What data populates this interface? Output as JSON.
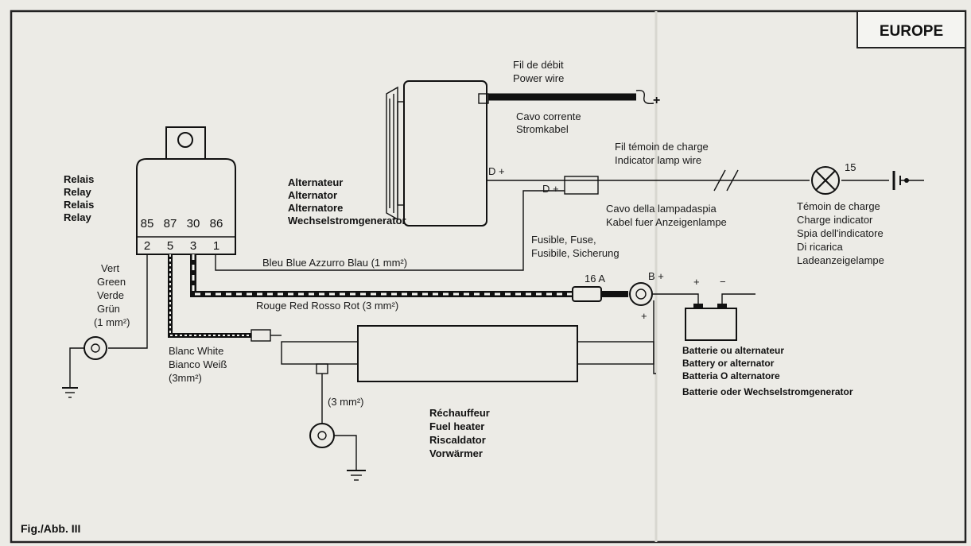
{
  "region_badge": "EUROPE",
  "figure_label": "Fig./Abb. III",
  "relay": {
    "labels": [
      "Relais",
      "Relay",
      "Relais",
      "Relay"
    ],
    "pins_top": [
      "85",
      "87",
      "30",
      "86"
    ],
    "pins_bottom": [
      "2",
      "5",
      "3",
      "1"
    ]
  },
  "alternator": {
    "labels": [
      "Alternateur",
      "Alternator",
      "Alternatore",
      "Wechselstromgenerator"
    ],
    "terminal": "D +"
  },
  "power_wire": {
    "labels": [
      "Fil de débit",
      "Power wire",
      "Cavo corrente",
      "Stromkabel"
    ],
    "plus": "+"
  },
  "indicator_wire": {
    "labels": [
      "Fil témoin de charge",
      "Indicator lamp wire"
    ],
    "labels_it_de": [
      "Cavo della lampadaspia",
      "Kabel fuer Anzeigenlampe"
    ],
    "terminal": "D +"
  },
  "charge_indicator": {
    "terminal": "15",
    "labels": [
      "Témoin de charge",
      "Charge indicator",
      "Spia dell'indicatore",
      "Di ricarica",
      "Ladeanzeigelampe"
    ]
  },
  "fuse": {
    "labels": [
      "Fusible, Fuse,",
      "Fusibile, Sicherung"
    ],
    "rating": "16 A",
    "terminal": "B +"
  },
  "blue_wire": "Bleu Blue Azzurro Blau (1 mm²)",
  "red_wire": "Rouge Red Rosso Rot (3 mm²)",
  "green_wire": [
    "Vert",
    "Green",
    "Verde",
    "Grün",
    "(1 mm²)"
  ],
  "white_wire": [
    "Blanc White",
    "Bianco Weiß",
    "(3mm²)"
  ],
  "heater_ground_wire": "(3 mm²)",
  "battery": {
    "plus": "+",
    "minus": "−",
    "terminal_plus": "+",
    "labels": [
      "Batterie ou alternateur",
      "Battery or alternator",
      "Batteria O alternatore",
      "Batterie oder Wechselstromgenerator"
    ]
  },
  "fuel_heater": {
    "labels": [
      "Réchauffeur",
      "Fuel heater",
      "Riscaldator",
      "Vorwärmer"
    ]
  }
}
